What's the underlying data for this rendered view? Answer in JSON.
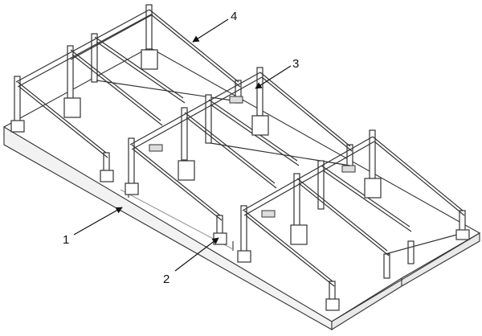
{
  "diagram": {
    "callouts": [
      {
        "id": "callout-1",
        "label": "1"
      },
      {
        "id": "callout-2",
        "label": "2"
      },
      {
        "id": "callout-3",
        "label": "3"
      },
      {
        "id": "callout-4",
        "label": "4"
      }
    ],
    "colors": {
      "stroke": "#333333",
      "base_fill": "#ffffff",
      "shade": "#d9d9d9"
    }
  }
}
